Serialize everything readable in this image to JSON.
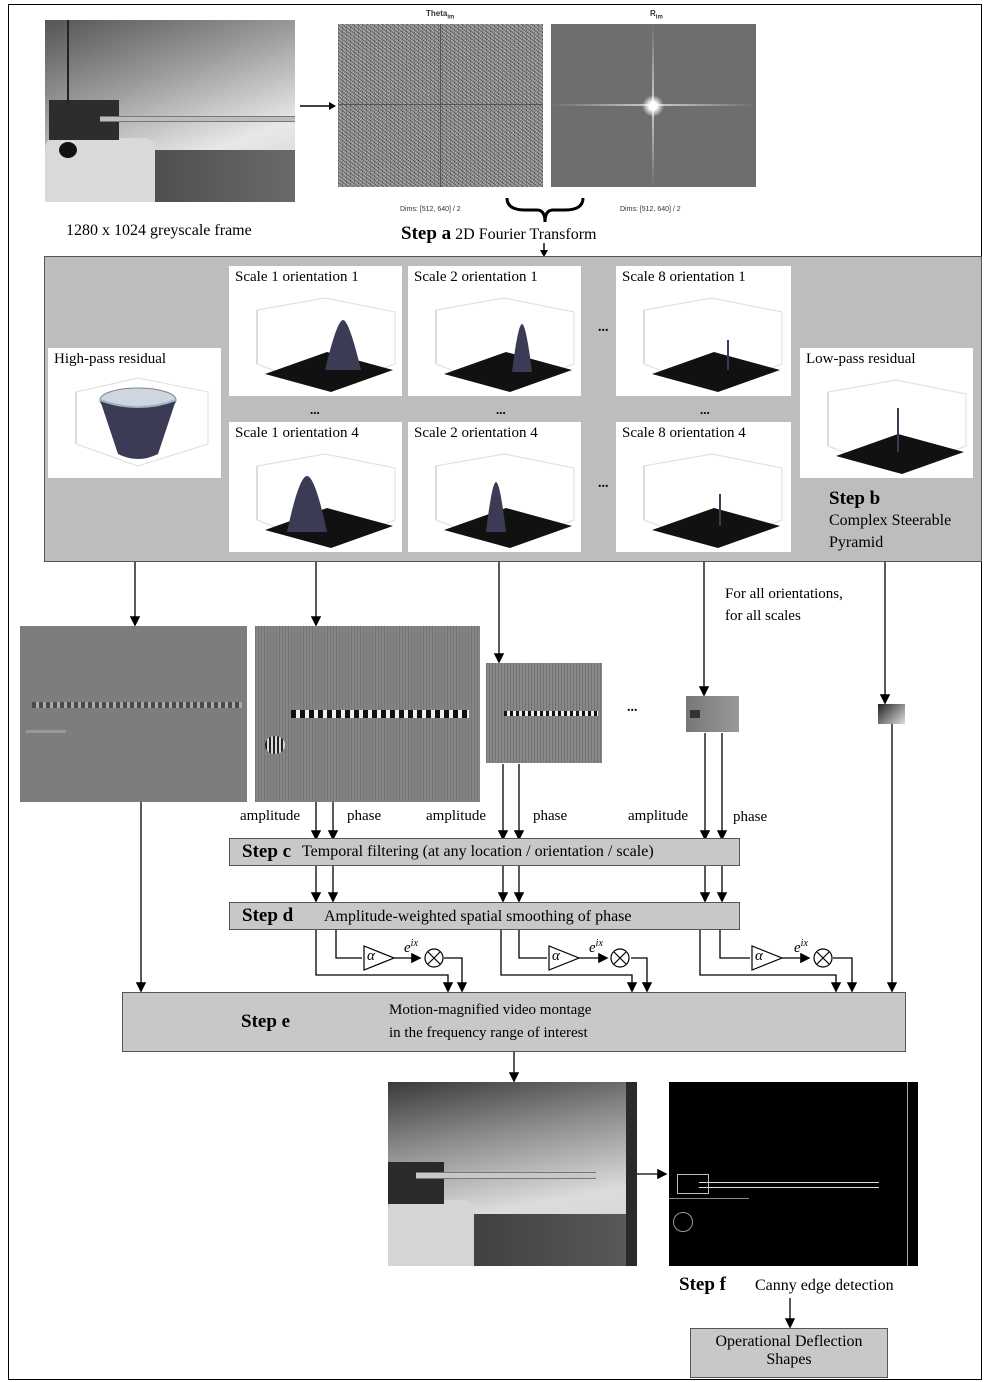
{
  "stepA": {
    "theta_title": "Theta",
    "theta_sub": "im",
    "r_title": "R",
    "r_sub": "im",
    "dims_left": "Dims: [512, 640] / 2",
    "dims_right": "Dims: [512, 640] / 2",
    "frame_caption": "1280 x 1024 greyscale frame",
    "step_label": "Step a",
    "step_text": "2D Fourier Transform"
  },
  "stepB": {
    "highpass": "High-pass residual",
    "lowpass": "Low-pass residual",
    "s1o1": "Scale 1 orientation  1",
    "s2o1": "Scale 2 orientation  1",
    "s8o1": "Scale 8 orientation  1",
    "s1o4": "Scale 1 orientation  4",
    "s2o4": "Scale 2 orientation  4",
    "s8o4": "Scale 8 orientation  4",
    "ellipsis": "...",
    "step_label": "Step b",
    "step_text_1": "Complex Steerable",
    "step_text_2": "Pyramid"
  },
  "annotations": {
    "all_orient_1": "For all orientations,",
    "all_orient_2": "for all scales",
    "amplitude": "amplitude",
    "phase": "phase",
    "ellipsis": "..."
  },
  "stepC": {
    "label": "Step c",
    "text": "Temporal filtering  (at any location  / orientation  / scale)"
  },
  "stepD": {
    "label": "Step d",
    "text": "Amplitude-weighted  spatial smoothing  of phase"
  },
  "stepE": {
    "label": "Step e",
    "text_1": "Motion-magnified  video montage",
    "text_2": "in the frequency range of interest"
  },
  "stepF": {
    "label": "Step f",
    "text": "Canny edge detection"
  },
  "ods": {
    "line1": "Operational Deflection",
    "line2": "Shapes"
  },
  "math": {
    "alpha": "α",
    "exp_base": "e",
    "exp_power": "ix",
    "multiply": "⊗"
  },
  "colors": {
    "panel": "#bdbdbd",
    "box": "#c8c8c8",
    "surface": "#3b3b56"
  }
}
